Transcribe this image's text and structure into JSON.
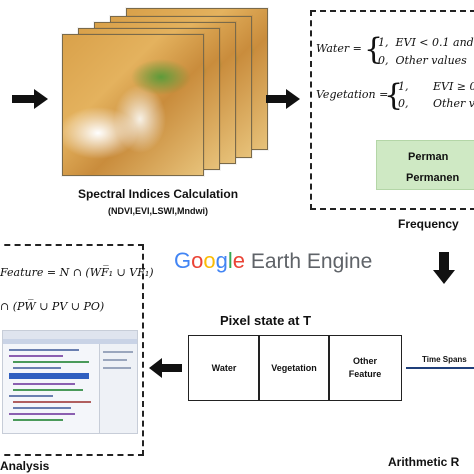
{
  "spectral": {
    "title": "Spectral Indices Calculation",
    "subtitle": "(NDVI,EVI,LSWI,Mndwi)"
  },
  "rules": {
    "water_lhs": "Water = ",
    "water_case1": "1,  EVI < 0.1 and (",
    "water_case2": "0,  Other values",
    "veg_lhs": "Vegetation = ",
    "veg_case1": "1,       EVI ≥ 0.",
    "veg_case2": "0,       Other va"
  },
  "frequency": {
    "line1": "Perman",
    "line2": "Permanen",
    "caption": "Frequency "
  },
  "gee": {
    "letters": [
      {
        "ch": "G",
        "color": "#4285F4"
      },
      {
        "ch": "o",
        "color": "#EA4335"
      },
      {
        "ch": "o",
        "color": "#FBBC05"
      },
      {
        "ch": "g",
        "color": "#4285F4"
      },
      {
        "ch": "l",
        "color": "#34A853"
      },
      {
        "ch": "e",
        "color": "#EA4335"
      }
    ],
    "suffix": " Earth Engine"
  },
  "left_formulas": {
    "line1": "Feature = N ∩ (WF̅₁ ∪ VF₁)",
    "line2": "∩ (PW̅ ∪ PV ∪ PO)"
  },
  "pixel_state": {
    "title": "Pixel state at T",
    "cells": [
      "Water",
      "Vegetation",
      "Other\nFeature"
    ]
  },
  "timespan": {
    "label": "Time Spans"
  },
  "arithmetic": {
    "caption": "Arithmetic R"
  },
  "analysis": {
    "caption": "Analysis"
  },
  "colors": {
    "green_box": "#cfe9c4",
    "timespan_line": "#1f3f7a",
    "arrow": "#111111"
  }
}
